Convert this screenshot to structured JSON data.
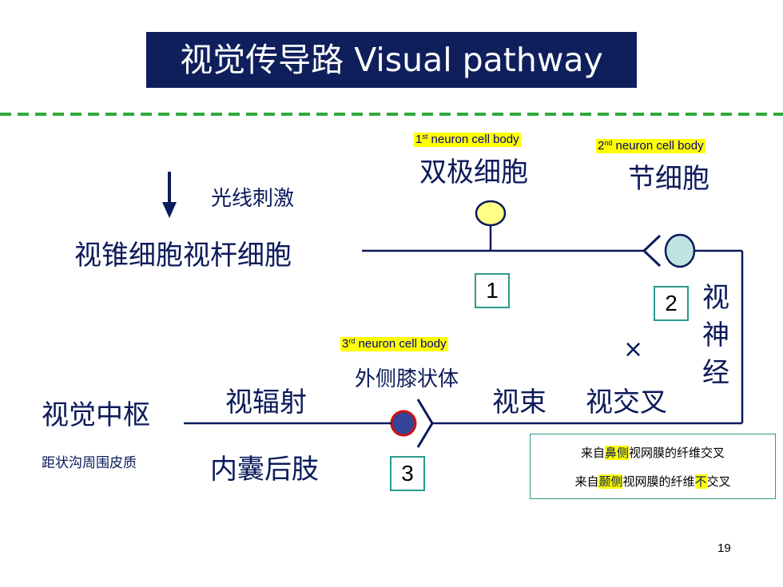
{
  "slide": {
    "title": "视觉传导路 Visual pathway",
    "page_number": "19"
  },
  "neuron_labels": {
    "first": {
      "ord": "1",
      "sup": "st",
      "rest": " neuron cell body"
    },
    "second": {
      "ord": "2",
      "sup": "nd",
      "rest": " neuron cell body"
    },
    "third": {
      "ord": "3",
      "sup": "rd",
      "rest": "  neuron cell body"
    }
  },
  "labels": {
    "bipolar": "双极细胞",
    "ganglion": "节细胞",
    "light_stimulus": "光线刺激",
    "photoreceptors": "视锥细胞视杆细胞",
    "lgn": "外侧膝状体",
    "optic_radiation": "视辐射",
    "internal_capsule": "内囊后肢",
    "visual_center": "视觉中枢",
    "calcarine": "距状沟周围皮质",
    "optic_tract": "视束",
    "chiasm": "视交叉",
    "optic_nerve": "视神经",
    "cross_mark": "×"
  },
  "numbers": [
    "1",
    "2",
    "3"
  ],
  "note": {
    "line1_pre": "来自",
    "line1_hl": "鼻侧",
    "line1_post": "视网膜的纤维交叉",
    "line2_pre": "来自",
    "line2_hl": "颞侧",
    "line2_mid": "视网膜的纤维",
    "line2_hl2": "不",
    "line2_post": "交叉"
  },
  "colors": {
    "title_bg": "#0f1f5c",
    "text": "#0b1a5a",
    "dash": "#2eaa3c",
    "highlight": "#ffff00",
    "box_border": "#2a9a8a",
    "bipolar_fill": "#ffff88",
    "ganglion_fill": "#bfe3e3",
    "lgn_fill": "#334499",
    "lgn_stroke": "#cc1111"
  }
}
